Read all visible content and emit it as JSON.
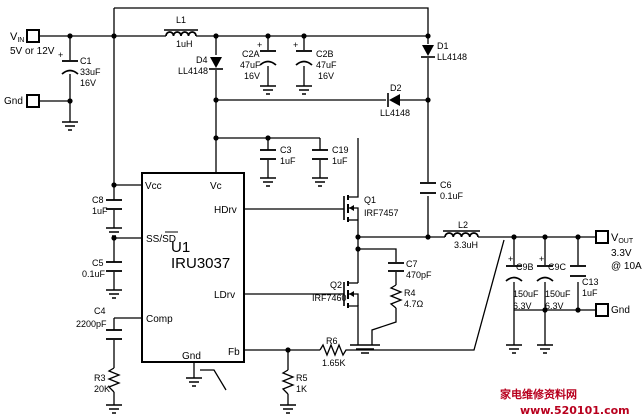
{
  "ports": {
    "vin": {
      "label_main": "V",
      "label_sub": "IN",
      "value": "5V or 12V"
    },
    "gnd_in": "Gnd",
    "vout": {
      "label_main": "V",
      "label_sub": "OUT",
      "value1": "3.3V",
      "value2": "@ 10A"
    },
    "gnd_out": "Gnd"
  },
  "chip": {
    "name": "U1",
    "part": "IRU3037",
    "pins": {
      "vcc": "Vcc",
      "vc": "Vc",
      "hdrv": "HDrv",
      "ss": "SS/SD",
      "ldrv": "LDrv",
      "comp": "Comp",
      "gnd": "Gnd",
      "fb": "Fb"
    }
  },
  "components": {
    "L1": {
      "ref": "L1",
      "value": "1uH"
    },
    "C1": {
      "ref": "C1",
      "value1": "33uF",
      "value2": "16V"
    },
    "C2A": {
      "ref": "C2A",
      "value1": "47uF",
      "value2": "16V"
    },
    "C2B": {
      "ref": "C2B",
      "value1": "47uF",
      "value2": "16V"
    },
    "D4": {
      "ref": "D4",
      "value": "LL4148"
    },
    "D1": {
      "ref": "D1",
      "value": "LL4148"
    },
    "D2": {
      "ref": "D2",
      "value": "LL4148"
    },
    "C3": {
      "ref": "C3",
      "value": "1uF"
    },
    "C19": {
      "ref": "C19",
      "value": "1uF"
    },
    "C8": {
      "ref": "C8",
      "value": "1uF"
    },
    "C5": {
      "ref": "C5",
      "value": "0.1uF"
    },
    "C4": {
      "ref": "C4",
      "value": "2200pF"
    },
    "R3": {
      "ref": "R3",
      "value": "20K"
    },
    "R5": {
      "ref": "R5",
      "value": "1K"
    },
    "R6": {
      "ref": "R6",
      "value": "1.65K"
    },
    "Q1": {
      "ref": "Q1",
      "value": "IRF7457"
    },
    "Q2": {
      "ref": "Q2",
      "value": "IRF7460"
    },
    "C7": {
      "ref": "C7",
      "value": "470pF"
    },
    "R4": {
      "ref": "R4",
      "value": "4.7Ω"
    },
    "C6": {
      "ref": "C6",
      "value": "0.1uF"
    },
    "L2": {
      "ref": "L2",
      "value": "3.3uH"
    },
    "C9B": {
      "ref": "C9B",
      "value1": "150uF",
      "value2": "6.3V"
    },
    "C9C": {
      "ref": "C9C",
      "value1": "150uF",
      "value2": "6.3V"
    },
    "C13": {
      "ref": "C13",
      "value": "1uF"
    }
  },
  "watermark": {
    "line1": "家电维修资料网",
    "line2": "www.520101.com"
  }
}
